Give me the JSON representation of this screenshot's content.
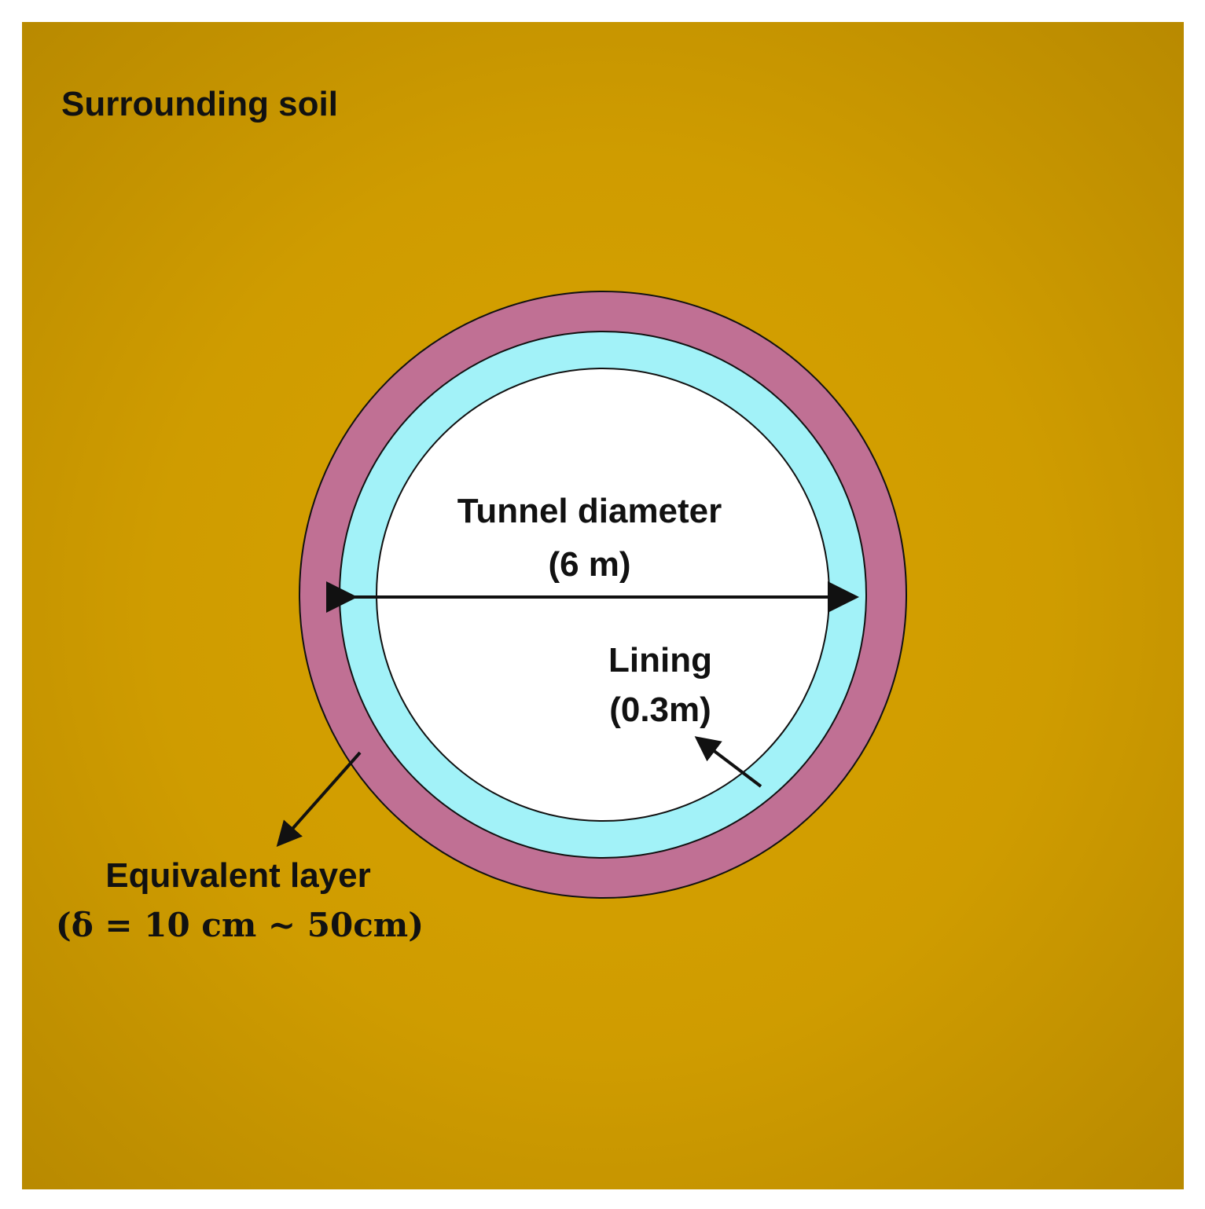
{
  "labels": {
    "surrounding_soil": "Surrounding soil",
    "tunnel_diameter_title": "Tunnel diameter",
    "tunnel_diameter_value": "(6 m)",
    "lining_title": "Lining",
    "lining_value": "(0.3m)",
    "equivalent_layer_title": "Equivalent layer",
    "equivalent_layer_range": "(δ = 10 cm ~ 50cm)"
  },
  "colors": {
    "soil_center": "#d9a300",
    "soil_edge": "#b98a00",
    "equivalent_layer": "#c07094",
    "lining": "#a2f2f8",
    "tunnel_interior": "#ffffff",
    "outline": "#111111"
  }
}
